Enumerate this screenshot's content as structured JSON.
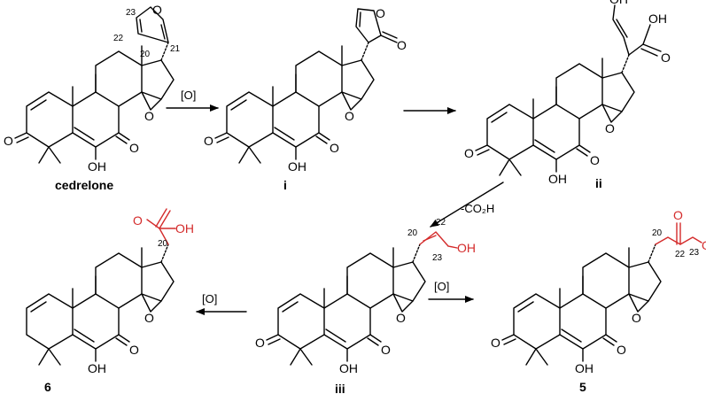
{
  "compounds": {
    "cedrelone": {
      "label": "cedrelone",
      "oxygen": "O",
      "hydroxyl": "OH",
      "n23": "23",
      "n22": "22",
      "n21": "21",
      "n20": "20"
    },
    "i": {
      "label": "i",
      "oxygen": "O",
      "hydroxyl": "OH"
    },
    "ii": {
      "label": "ii",
      "oxygen": "O",
      "hydroxyl": "OH",
      "acid": "OH",
      "alcohol": "OH"
    },
    "iii": {
      "label": "iii",
      "oxygen": "O",
      "hydroxyl": "OH",
      "alcohol": "OH",
      "n20": "20",
      "n22": "22",
      "n23": "23"
    },
    "c5": {
      "label": "5",
      "oxygen": "O",
      "hydroxyl": "OH",
      "alcohol": "OH",
      "n20": "20",
      "n22": "22",
      "n23": "23"
    },
    "c6": {
      "label": "6",
      "oxygen": "O",
      "hydroxyl": "OH",
      "acid": "OH",
      "n20": "20"
    }
  },
  "reactions": {
    "oxidation_1": "[O]",
    "decarboxylation": "-CO₂H",
    "oxidation_to_5": "[O]",
    "oxidation_to_6": "[O]"
  },
  "colors": {
    "bond": "#000000",
    "highlight": "#d42b2b"
  }
}
